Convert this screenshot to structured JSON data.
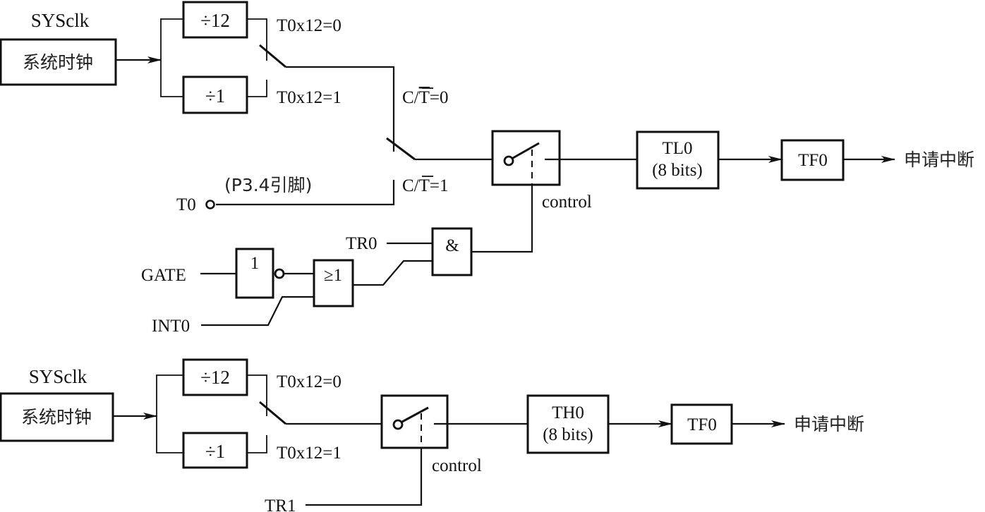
{
  "diagram": {
    "title": "Timer0 mode block diagram (TL0 / TH0 8-bit counters)",
    "upper": {
      "clock_source_label": "SYSclk",
      "clock_box": "系统时钟",
      "div12": "÷12",
      "div1": "÷1",
      "prescale_sel0": "T0x12=0",
      "prescale_sel1": "T0x12=1",
      "ct_sel0_prefix": "C/",
      "ct_sel0_bar": "T",
      "ct_sel0_suffix": "=0",
      "ct_sel1_prefix": "C/",
      "ct_sel1_bar": "T",
      "ct_sel1_suffix": "=1",
      "t0_pin": "T0",
      "t0_pin_note": "(P3.4引脚)",
      "control": "control",
      "counter_name": "TL0",
      "counter_width": "(8 bits)",
      "flag": "TF0",
      "output": "申请中断",
      "gate_input": "GATE",
      "int_input": "INT0",
      "tr_input": "TR0",
      "not_gate": "1",
      "or_gate": "≥1",
      "and_gate": "&"
    },
    "lower": {
      "clock_source_label": "SYSclk",
      "clock_box": "系统时钟",
      "div12": "÷12",
      "div1": "÷1",
      "prescale_sel0": "T0x12=0",
      "prescale_sel1": "T0x12=1",
      "control": "control",
      "counter_name": "TH0",
      "counter_width": "(8 bits)",
      "flag": "TF0",
      "output": "申请中断",
      "tr_input": "TR1"
    }
  }
}
